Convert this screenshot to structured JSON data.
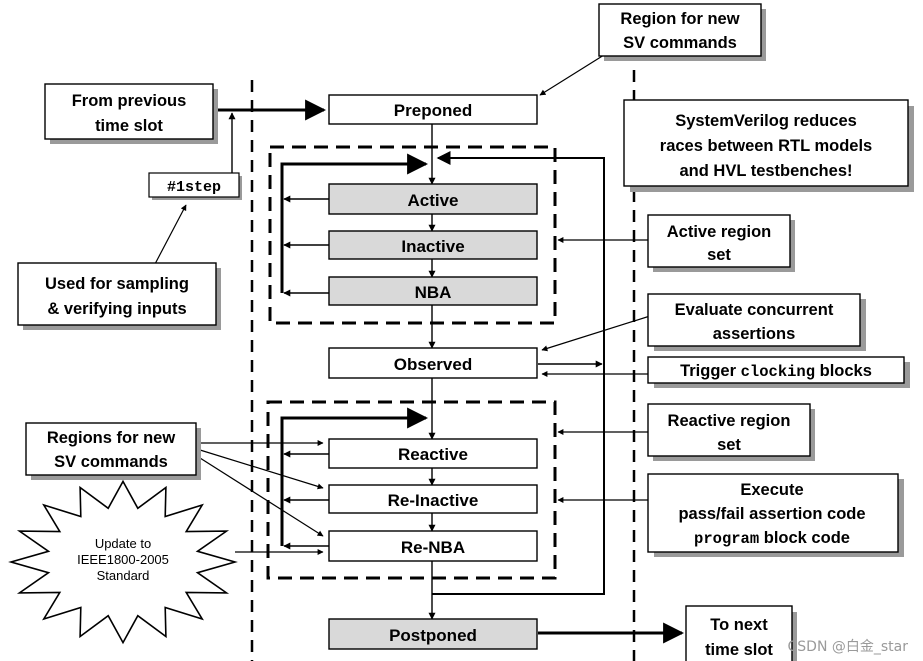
{
  "regions": {
    "preponed": "Preponed",
    "active": "Active",
    "inactive": "Inactive",
    "nba": "NBA",
    "observed": "Observed",
    "reactive": "Reactive",
    "re_inactive": "Re-Inactive",
    "re_nba": "Re-NBA",
    "postponed": "Postponed"
  },
  "callouts": {
    "region_new_sv": [
      "Region for new",
      "SV commands"
    ],
    "from_previous": [
      "From previous",
      "time slot"
    ],
    "step_label": "#1step",
    "used_for_sampling": [
      "Used for sampling",
      "& verifying inputs"
    ],
    "sv_reduces": [
      "SystemVerilog reduces",
      "races between RTL models",
      "and HVL testbenches!"
    ],
    "active_region_set": [
      "Active region",
      "set"
    ],
    "evaluate_concurrent": [
      "Evaluate concurrent",
      "assertions"
    ],
    "trigger_prefix": "Trigger ",
    "trigger_mono": "clocking",
    "trigger_suffix": " blocks",
    "regions_new_sv": [
      "Regions for new",
      "SV commands"
    ],
    "reactive_region_set": [
      "Reactive region",
      "set"
    ],
    "execute_line1": "Execute",
    "execute_line2": "pass/fail assertion code",
    "execute_mono": "program",
    "execute_suffix": " block code",
    "update_burst": [
      "Update to",
      "IEEE1800-2005",
      "Standard"
    ],
    "to_next": [
      "To next",
      "time slot"
    ]
  },
  "watermark": "CSDN @白金_star",
  "colors": {
    "shaded_box": "#d9d9d9",
    "plain_box": "#ffffff",
    "line": "#000000",
    "shadow": "#9a9a9a"
  }
}
